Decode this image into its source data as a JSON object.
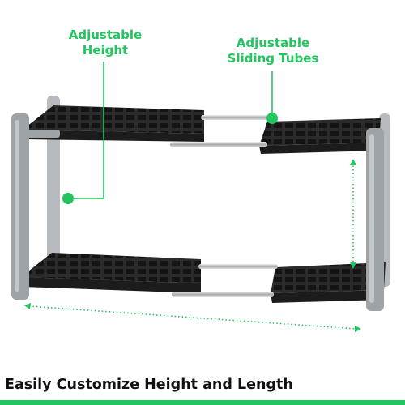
{
  "callouts": {
    "height_label": "Adjustable\nHeight",
    "tubes_label": "Adjustable\nSliding Tubes"
  },
  "headline": "Easily Customize Height and Length",
  "colors": {
    "accent_green": "#22c55e",
    "frame_gray": "#9ea3a8",
    "shelf_black": "#2b2b2b",
    "tube_silver": "#c8c8c8"
  }
}
